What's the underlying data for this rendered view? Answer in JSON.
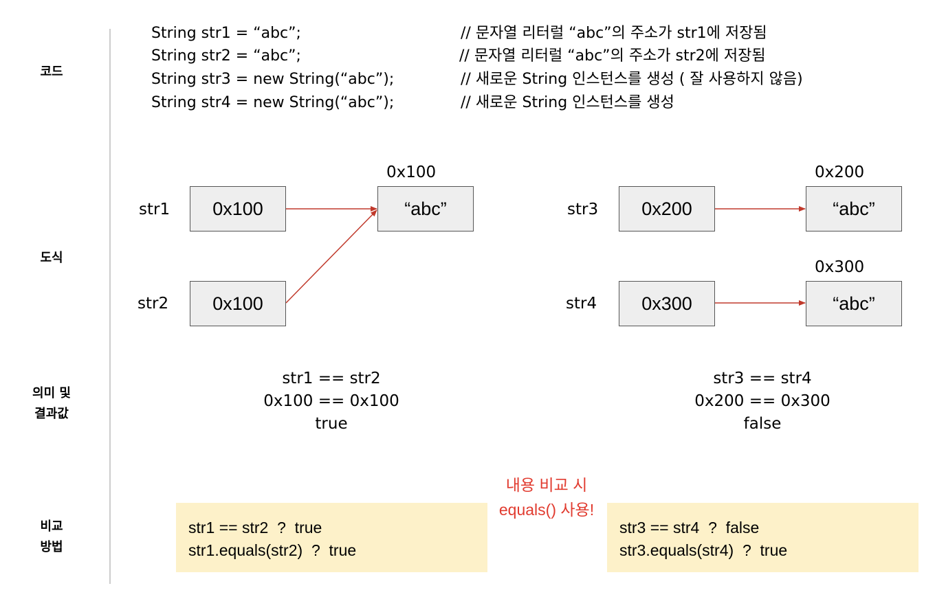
{
  "row_labels": {
    "code": "코드",
    "diagram": "도식",
    "meaning_line1": "의미 및",
    "meaning_line2": "결과값",
    "compare_line1": "비교",
    "compare_line2": "방법"
  },
  "code": [
    {
      "stmt": "String str1 = “abc”;",
      "comment": "// 문자열 리터럴 “abc”의 주소가 str1에 저장됨"
    },
    {
      "stmt": "String str2 = “abc”;",
      "comment": "// 문자열 리터럴 “abc”의 주소가 str2에 저장됨"
    },
    {
      "stmt": "String str3 = new String(“abc”);",
      "comment": "// 새로운 String 인스턴스를 생성 ( 잘 사용하지 않음)"
    },
    {
      "stmt": "String str4 = new String(“abc”);",
      "comment": "// 새로운 String 인스턴스를 생성"
    }
  ],
  "diagram": {
    "left": {
      "refs": [
        {
          "var": "str1",
          "value": "0x100"
        },
        {
          "var": "str2",
          "value": "0x100"
        }
      ],
      "objects": [
        {
          "address": "0x100",
          "value": "“abc”"
        }
      ]
    },
    "right": {
      "refs": [
        {
          "var": "str3",
          "value": "0x200"
        },
        {
          "var": "str4",
          "value": "0x300"
        }
      ],
      "objects": [
        {
          "address": "0x200",
          "value": "“abc”"
        },
        {
          "address": "0x300",
          "value": "“abc”"
        }
      ]
    },
    "arrow_color": "#c0392b"
  },
  "results": {
    "left": {
      "expr": "str1 == str2",
      "eval": "0x100 == 0x100",
      "result": "true"
    },
    "right": {
      "expr": "str3 == str4",
      "eval": "0x200 == 0x300",
      "result": "false"
    }
  },
  "compare": {
    "left": {
      "line1": "str1 == str2  ?  true",
      "line2": "str1.equals(str2)  ?  true"
    },
    "right": {
      "line1": "str3 == str4  ?  false",
      "line2": "str3.equals(str4)  ?  true"
    },
    "note_line1": "내용 비교 시",
    "note_line2": "equals() 사용!",
    "panel_color": "#fdf1c9",
    "note_color": "#e13b2f"
  }
}
